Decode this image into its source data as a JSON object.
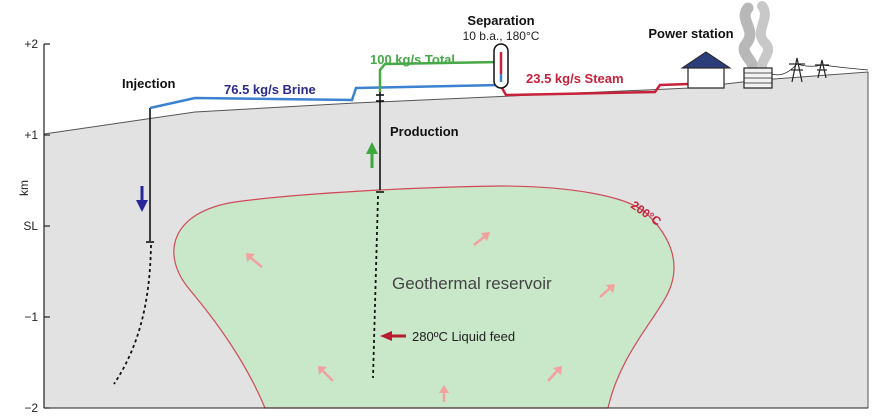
{
  "axis": {
    "unit": "km",
    "ticks": [
      {
        "label": "+2",
        "km": 2
      },
      {
        "label": "+1",
        "km": 1
      },
      {
        "label": "SL",
        "km": 0
      },
      {
        "label": "−1",
        "km": -1
      },
      {
        "label": "−2",
        "km": -2
      }
    ]
  },
  "labels": {
    "injection": "Injection",
    "brine": "76.5 kg/s Brine",
    "total": "100 kg/s Total",
    "separation_title": "Separation",
    "separation_conditions": "10 b.a., 180°C",
    "steam": "23.5 kg/s Steam",
    "power_station": "Power station",
    "production": "Production",
    "isotherm": "200°C",
    "reservoir": "Geothermal reservoir",
    "liquid_feed": "280ºC Liquid feed"
  },
  "colors": {
    "brine": "#3b82d0",
    "brine_text": "#2a2a8c",
    "total": "#46a846",
    "steam": "#c8213b",
    "ground": "#e2e2e2",
    "reservoir_fill": "#c9e7c9",
    "reservoir_edge": "#d04a5a",
    "convection_arrow": "#f2a0a0",
    "injection_arrow": "#27279a",
    "production_arrow": "#3ea83e",
    "feed_arrow": "#b81c30"
  },
  "icons": [
    "power-station-house",
    "cooling-tower-steam",
    "transmission-pylon"
  ]
}
